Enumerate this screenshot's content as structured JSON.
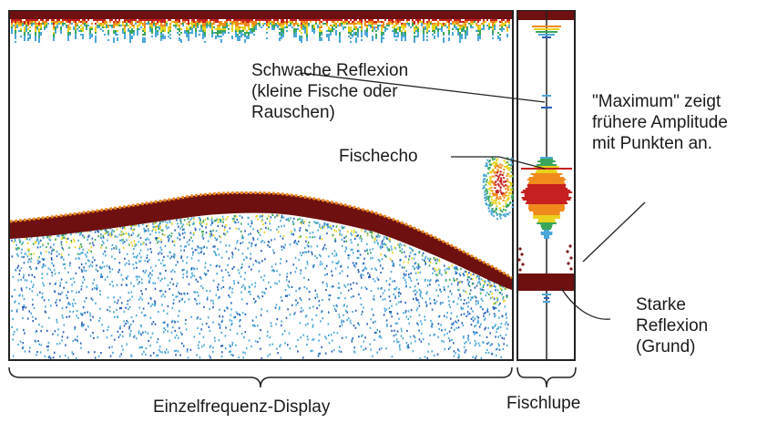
{
  "annotations": {
    "weak_reflection": "Schwache Reflexion\n(kleine Fische oder\nRauschen)",
    "fish_echo": "Fischecho",
    "maximum_note": "\"Maximum\" zeigt\nfrühere Amplitude\nmit Punkten an.",
    "strong_reflection": "Starke\nReflexion\n(Grund)"
  },
  "captions": {
    "single_frequency": "Einzelfrequenz-Display",
    "fish_magnifier": "Fischlupe"
  },
  "colors": {
    "seabed": "#6e1010",
    "echo_red": "#c62020",
    "echo_orange": "#f08a1c",
    "echo_yellow": "#e8d21e",
    "echo_green": "#3aa65a",
    "echo_cyan": "#4aa8d8",
    "echo_blue": "#2a5fb8"
  }
}
